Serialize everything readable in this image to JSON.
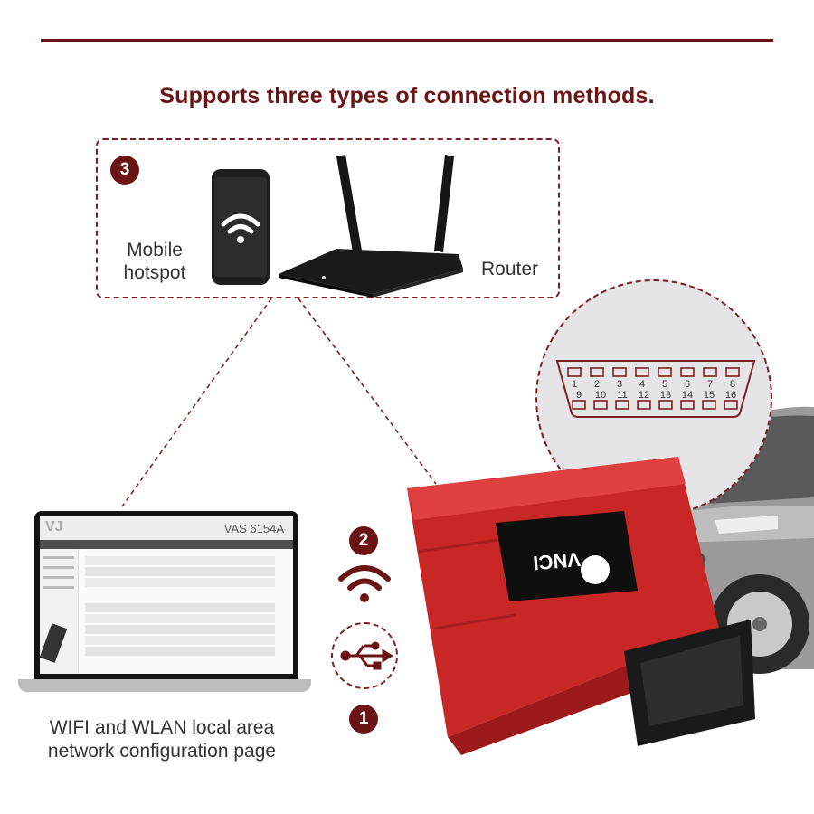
{
  "header": {
    "title": "Supports three types of connection methods."
  },
  "methods": {
    "hotspot_router": {
      "number": "3",
      "mobile_label_line1": "Mobile",
      "mobile_label_line2": "hotspot",
      "router_label": "Router"
    },
    "wifi": {
      "number": "2",
      "icon": "wifi-icon"
    },
    "usb": {
      "number": "1",
      "icon": "usb-icon"
    }
  },
  "laptop": {
    "screen_title": "VAS 6154A",
    "caption_line1": "WIFI and WLAN local area",
    "caption_line2": "network configuration page"
  },
  "device": {
    "brand": "VNCI"
  },
  "obd_connector": {
    "top_pins": [
      "1",
      "2",
      "3",
      "4",
      "5",
      "6",
      "7",
      "8"
    ],
    "bottom_pins": [
      "9",
      "10",
      "11",
      "12",
      "13",
      "14",
      "15",
      "16"
    ]
  },
  "colors": {
    "accent": "#6a1414",
    "device_red": "#d92d2d",
    "dash": "#7a2020"
  }
}
